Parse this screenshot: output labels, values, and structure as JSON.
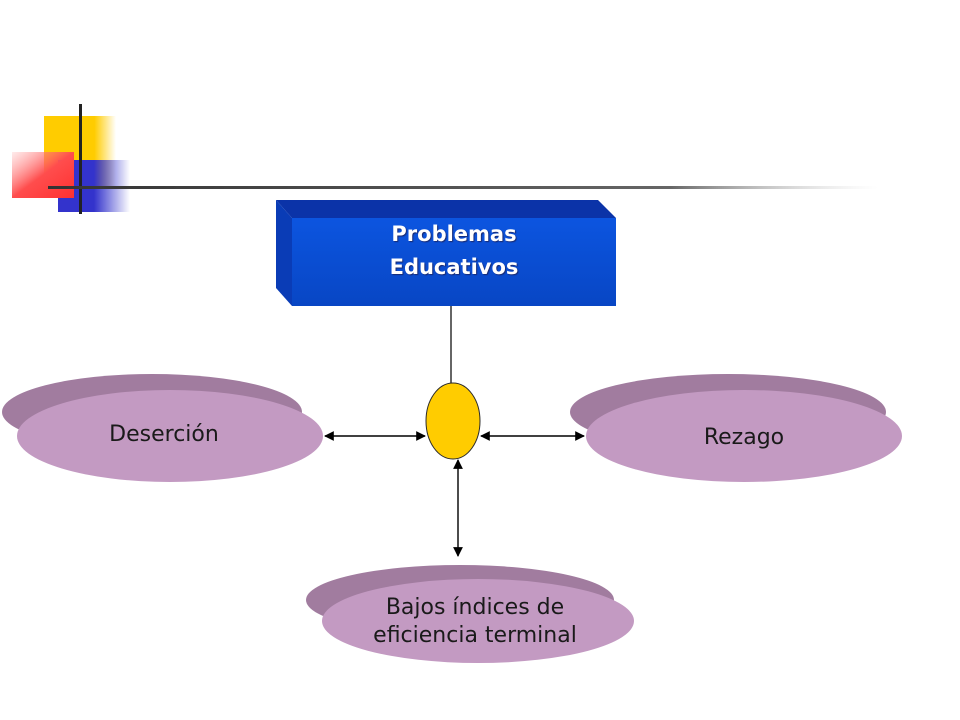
{
  "diagram": {
    "center_box": {
      "line1": "Problemas",
      "line2": "Educativos"
    },
    "nodes": {
      "left": {
        "label": "Deserción"
      },
      "right": {
        "label": "Rezago"
      },
      "bottom": {
        "line1": "Bajos índices de",
        "line2": "eficiencia terminal"
      }
    }
  },
  "colors": {
    "box_front": "#0a4fd6",
    "box_top": "#0b33a8",
    "ellipse_fill": "#c39ac2",
    "ellipse_shadow": "#a17c9f",
    "hub_fill": "#ffcc00",
    "deco_yellow": "#ffcc00",
    "deco_red": "#ff4d4d",
    "deco_blue": "#3333cc"
  }
}
